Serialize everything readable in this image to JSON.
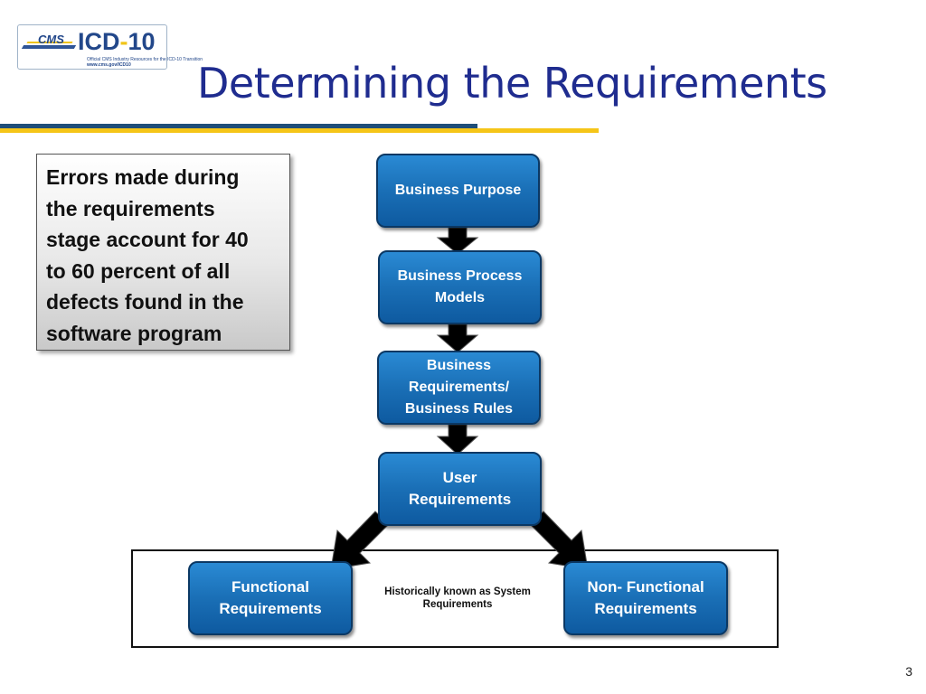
{
  "logo": {
    "cms": "CMS",
    "icd": "ICD",
    "dash": "-",
    "num": "10",
    "tagline": "Official CMS Industry Resources for the ICD-10 Transition",
    "url": "www.cms.gov/ICD10"
  },
  "title": "Determining the Requirements",
  "callout": {
    "lines": [
      "Errors made during",
      "the requirements",
      "stage account for 40",
      "to 60 percent of all",
      "defects found in the",
      "software program"
    ]
  },
  "nodes": {
    "business_purpose": [
      "Business Purpose"
    ],
    "business_process_models": [
      "Business Process",
      "Models"
    ],
    "business_requirements": [
      "Business",
      "Requirements/",
      "Business Rules"
    ],
    "user_requirements": [
      "User",
      "Requirements"
    ],
    "functional_requirements": [
      "Functional",
      "Requirements"
    ],
    "non_functional_requirements": [
      "Non- Functional",
      "Requirements"
    ]
  },
  "system_label": [
    "Historically known as System",
    "Requirements"
  ],
  "page_number": "3",
  "colors": {
    "title": "#1f2c8f",
    "node_fill": "#1a6fb6",
    "node_border": "#0b3864",
    "rule_blue": "#1f4e79",
    "rule_gold": "#f5c518"
  }
}
